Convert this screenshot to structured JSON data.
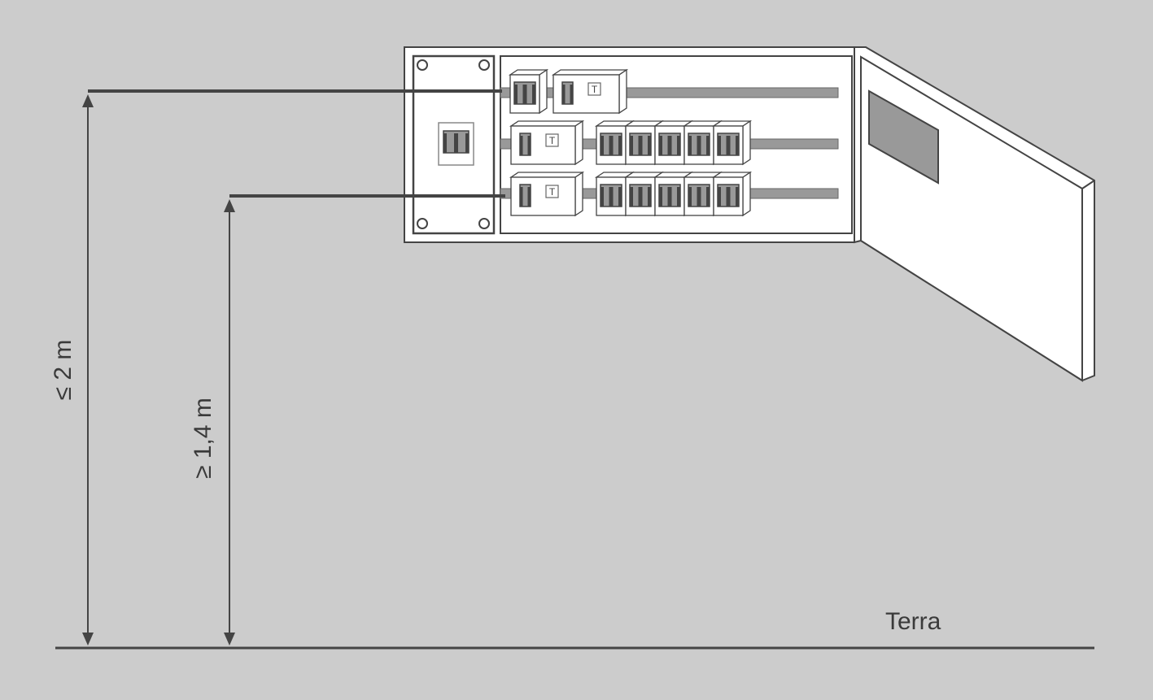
{
  "labels": {
    "max_height": "≤ 2 m",
    "min_height": "≥ 1,4 m",
    "ground": "Terra"
  },
  "panel": {
    "rows": [
      {
        "modules": [
          "breaker",
          "differential"
        ]
      },
      {
        "modules": [
          "differential",
          "breaker",
          "breaker",
          "breaker",
          "breaker",
          "breaker"
        ]
      },
      {
        "modules": [
          "differential",
          "breaker",
          "breaker",
          "breaker",
          "breaker",
          "breaker"
        ]
      }
    ],
    "test_button_label": "T"
  },
  "colors": {
    "background": "#cccccc",
    "line": "#444444",
    "rail": "#999999",
    "panel": "#ffffff"
  }
}
